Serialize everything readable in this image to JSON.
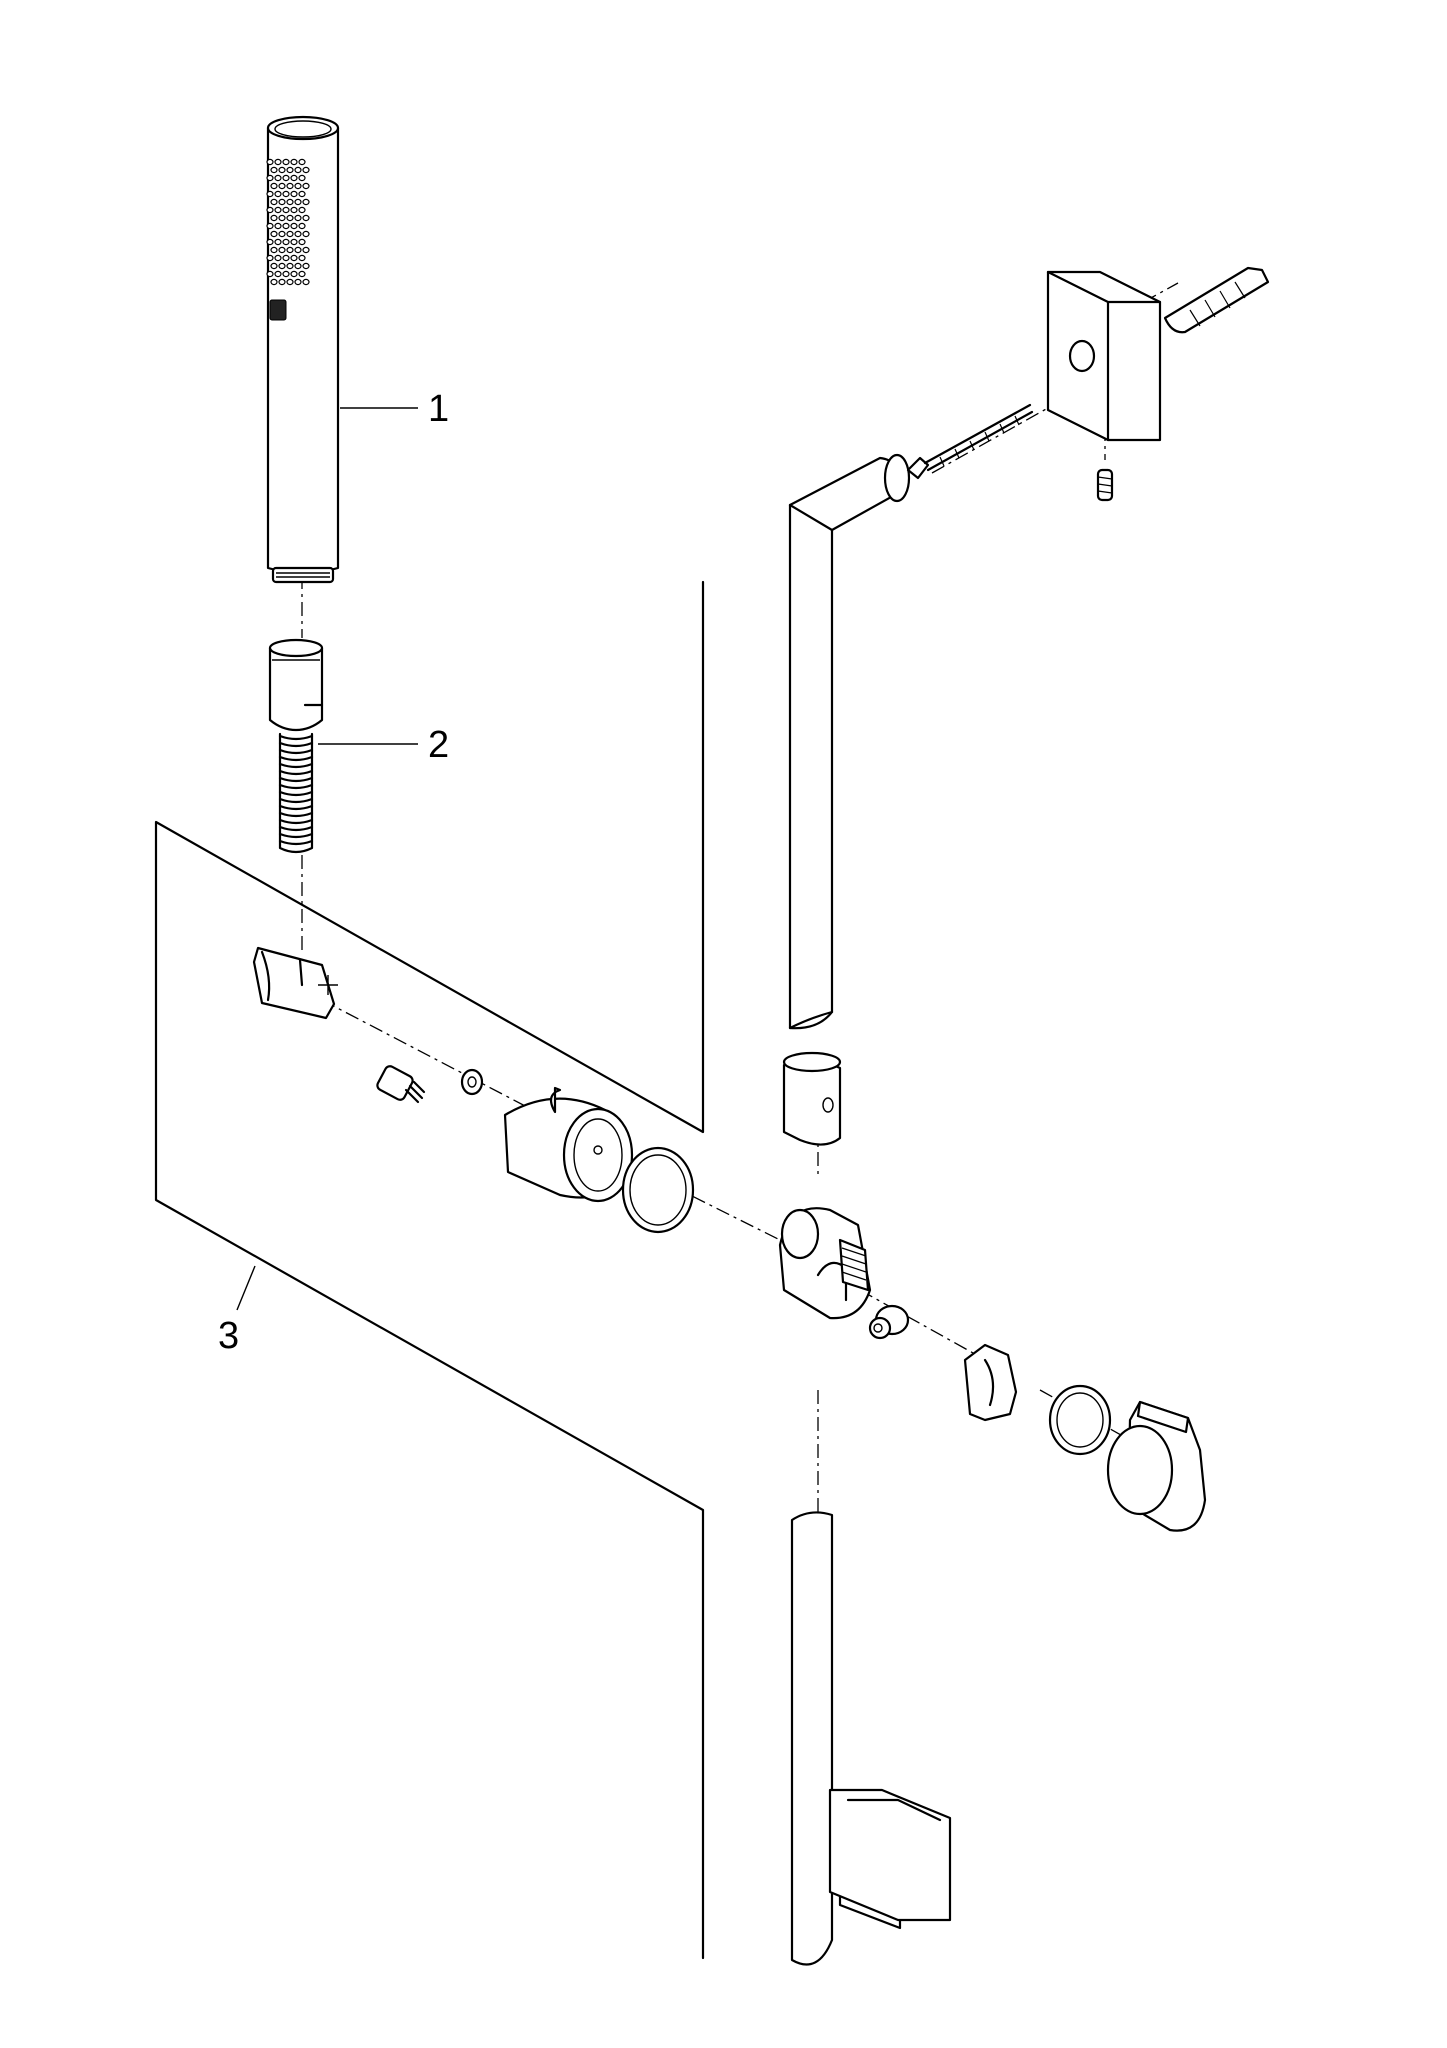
{
  "callouts": {
    "item_1": "1",
    "item_2": "2",
    "item_3": "3"
  }
}
